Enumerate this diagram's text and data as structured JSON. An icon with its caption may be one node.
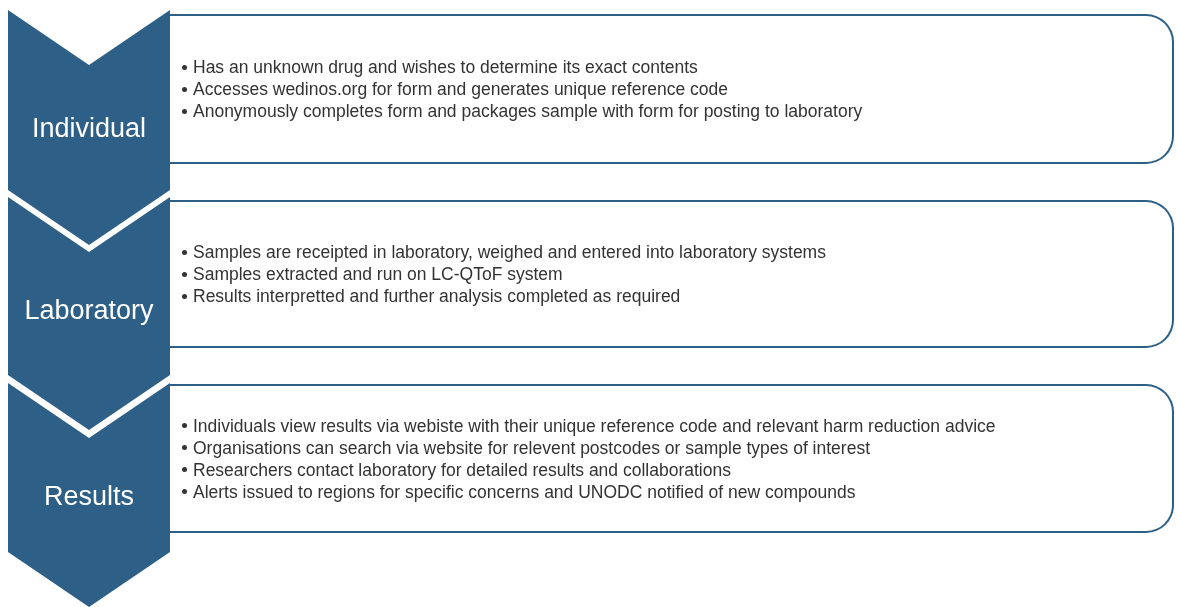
{
  "diagram": {
    "nodes": [
      {
        "text": [
          "Individual"
        ]
      },
      {
        "text": [
          "Has an unknown drug and wishes to determine its exact contents",
          "Accesses wedinos.org for form and generates unique reference code",
          "Anonymously completes form and packages sample with form for posting to laboratory"
        ]
      },
      {
        "text": [
          "Laboratory"
        ]
      },
      {
        "text": [
          "Samples are receipted in laboratory, weighed and entered into laboratory systems",
          "Samples extracted and run on LC-QToF system",
          "Results interpretted and further analysis completed as required"
        ]
      },
      {
        "text": [
          "Results"
        ]
      },
      {
        "text": [
          "Individuals view results via webiste with their unique reference code and relevant harm reduction advice",
          "Organisations can search via website for relevent postcodes or sample types of interest",
          "Researchers contact laboratory for detailed results and collaborations",
          "Alerts issued to regions for specific concerns and UNODC notified of new compounds"
        ]
      }
    ]
  }
}
